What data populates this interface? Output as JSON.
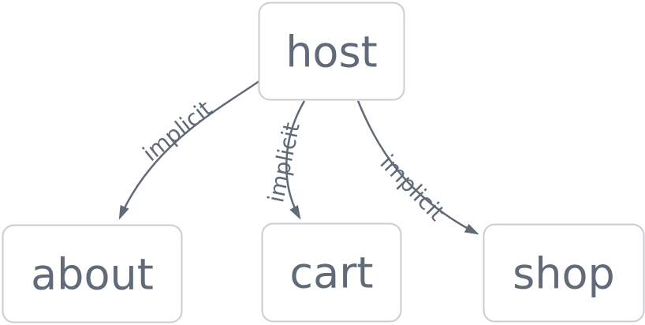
{
  "diagram": {
    "type": "flowchart",
    "direction": "top-down",
    "directed": true,
    "nodes": [
      {
        "id": "host",
        "label": "host"
      },
      {
        "id": "about",
        "label": "about"
      },
      {
        "id": "cart",
        "label": "cart"
      },
      {
        "id": "shop",
        "label": "shop"
      }
    ],
    "edges": [
      {
        "from": "host",
        "to": "about",
        "label": "implicit"
      },
      {
        "from": "host",
        "to": "cart",
        "label": "implicit"
      },
      {
        "from": "host",
        "to": "shop",
        "label": "implicit"
      }
    ],
    "colors": {
      "node_fill": "#ffffff",
      "node_border": "#c9ccd2",
      "text": "#606a78",
      "edge": "#606a78",
      "background": "#ffffff"
    }
  }
}
